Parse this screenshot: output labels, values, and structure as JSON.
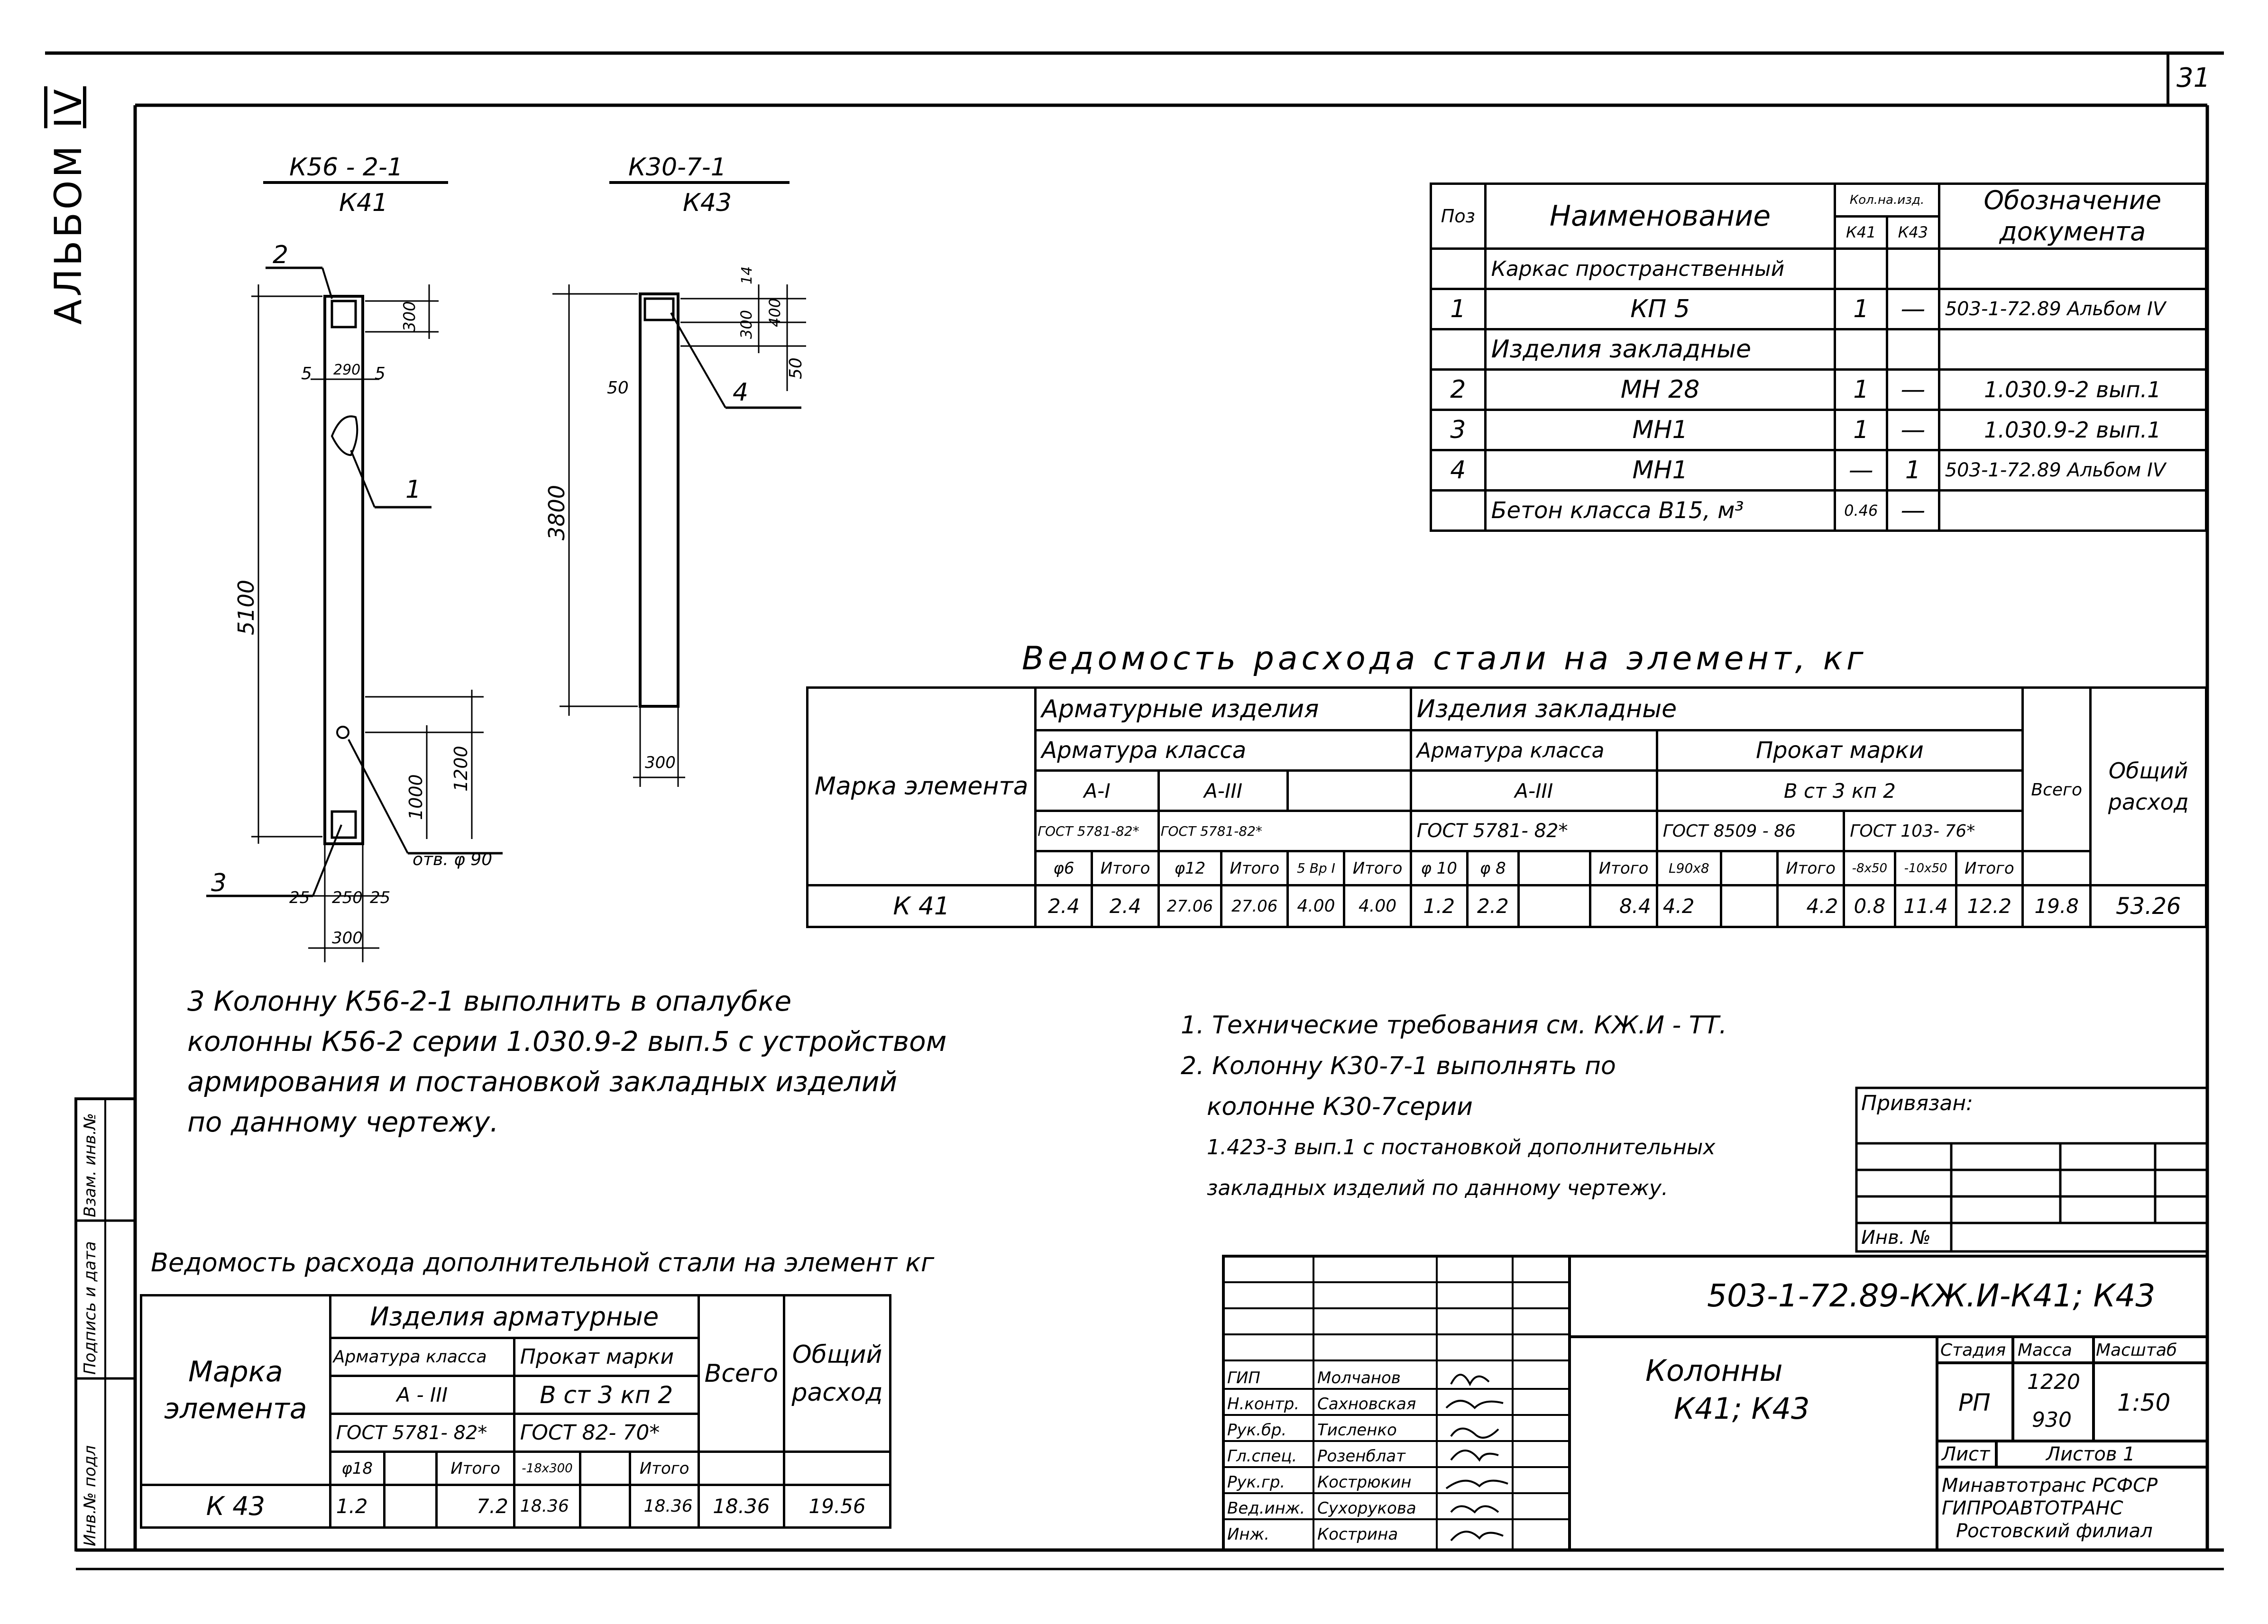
{
  "sheet_number": "31",
  "album_label": "АЛЬБОМ",
  "album_number": "IV",
  "side_stamp": [
    "Инв.№ подл",
    "Подпись и дата",
    "Взам. инв.№"
  ],
  "drawing1": {
    "title_top": "К56 - 2-1",
    "title_bottom": "К41",
    "dims": {
      "top": "300",
      "w_left": "5",
      "w_mid": "290",
      "w_right": "5",
      "height": "5100",
      "d1000": "1000",
      "d1200": "1200",
      "bl": "25",
      "bm": "250",
      "br": "25",
      "base": "300",
      "hole": "отв. φ 90"
    },
    "callouts": [
      "2",
      "1",
      "3"
    ]
  },
  "drawing2": {
    "title_top": "К30-7-1",
    "title_bottom": "К43",
    "dims": {
      "t300": "300",
      "t400": "400",
      "t14": "14",
      "left50": "50",
      "right50": "50",
      "height": "3800",
      "base": "300"
    },
    "callouts": [
      "4"
    ]
  },
  "spec_table": {
    "headers": {
      "pos": "Поз",
      "name": "Наименование",
      "qty": "Кол.на.изд.",
      "k41": "К41",
      "k43": "К43",
      "doc": "Обозначение документа"
    },
    "rows": [
      {
        "pos": "",
        "name": "Каркас пространственный",
        "k41": "",
        "k43": "",
        "doc": ""
      },
      {
        "pos": "1",
        "name": "КП 5",
        "k41": "1",
        "k43": "—",
        "doc": "503-1-72.89 Альбом IV"
      },
      {
        "pos": "",
        "name": "Изделия закладные",
        "k41": "",
        "k43": "",
        "doc": ""
      },
      {
        "pos": "2",
        "name": "МН 28",
        "k41": "1",
        "k43": "—",
        "doc": "1.030.9-2 вып.1"
      },
      {
        "pos": "3",
        "name": "МН1",
        "k41": "1",
        "k43": "—",
        "doc": "1.030.9-2 вып.1"
      },
      {
        "pos": "4",
        "name": "МН1",
        "k41": "—",
        "k43": "1",
        "doc": "503-1-72.89 Альбом IV"
      },
      {
        "pos": "",
        "name": "Бетон класса В15, м³",
        "k41": "0.46",
        "k43": "—",
        "doc": ""
      }
    ]
  },
  "steel_table": {
    "title": "Ведомость расхода стали на элемент, кг",
    "h_mark": "Марка элемента",
    "h_arm_items": "Арматурные изделия",
    "h_emb_items": "Изделия закладные",
    "h_arm_class": "Арматура класса",
    "h_arm_class2": "Арматура класса",
    "h_rolled": "Прокат марки",
    "h_a1": "А-I",
    "h_a3": "А-III",
    "h_a3b": "А-III",
    "h_b": "В ст 3 кп 2",
    "h_g1": "ГОСТ 5781-82*",
    "h_g2": "ГОСТ 5781-82*",
    "h_g3": "ГОСТ 5781- 82*",
    "h_g4": "ГОСТ 8509 - 86",
    "h_g5": "ГОСТ 103- 76*",
    "h_total": "Всего",
    "h_overall": "Общий расход",
    "sub": [
      "φ6",
      "Итого",
      "φ12",
      "Итого",
      "5 Вр I",
      "Итого",
      "φ 10",
      "φ 8",
      "",
      "Итого",
      "L90x8",
      "",
      "Итого",
      "-8x50",
      "-10x50",
      "Итого"
    ],
    "row": {
      "mark": "К 41",
      "vals": [
        "2.4",
        "2.4",
        "27.06",
        "27.06",
        "4.00",
        "4.00",
        "1.2",
        "2.2",
        "",
        "8.4",
        "4.2",
        "",
        "4.2",
        "0.8",
        "11.4",
        "12.2"
      ],
      "total": "19.8",
      "overall": "53.26"
    }
  },
  "note3": [
    "3  Колонну  К56-2-1  выполнить  в опалубке",
    "колонны  К56-2  серии  1.030.9-2 вып.5  с устройством",
    "армирования  и  постановкой  закладных  изделий",
    "по  данному  чертежу."
  ],
  "notes_right": [
    "1. Технические  требования   см.  КЖ.И - ТТ.",
    "2. Колонну  К30-7-1  выполнять  по",
    "колонне  К30-7серии",
    "1.423-3  вып.1  с  постановкой  дополнительных",
    "закладных  изделий  по  данному  чертежу."
  ],
  "add_table": {
    "title": "Ведомость расхода дополнительной стали на элемент кг",
    "h_mark": "Марка элемента",
    "h_items": "Изделия  арматурные",
    "h_arm": "Арматура класса",
    "h_rolled": "Прокат марки",
    "h_a3": "А - III",
    "h_b": "В ст 3 кп 2",
    "h_g1": "ГОСТ 5781- 82*",
    "h_g2": "ГОСТ 82- 70*",
    "h_total": "Всего",
    "h_overall": "Общий расход",
    "sub": [
      "φ18",
      "",
      "Итого",
      "-18x300",
      "",
      "Итого"
    ],
    "row": {
      "mark": "К 43",
      "vals": [
        "1.2",
        "",
        "7.2",
        "18.36",
        "",
        "18.36"
      ],
      "total": "18.36",
      "overall": "19.56"
    }
  },
  "binding": {
    "label": "Привязан:",
    "inv": "Инв. №"
  },
  "title_block": {
    "code": "503-1-72.89-КЖ.И-К41; К43",
    "name1": "Колонны",
    "name2": "К41; К43",
    "stage_h": "Стадия",
    "mass_h": "Масса",
    "scale_h": "Масштаб",
    "stage": "РП",
    "mass1": "1220",
    "mass2": "930",
    "scale": "1:50",
    "sheet_h": "Лист",
    "sheets_h": "Листов 1",
    "org1": "Минавтотранс РСФСР",
    "org2": "ГИПРОАВТОТРАНС",
    "org3": "Ростовский  филиал",
    "staff": [
      {
        "role": "ГИП",
        "name": "Молчанов"
      },
      {
        "role": "Н.контр.",
        "name": "Сахновская"
      },
      {
        "role": "Рук.бр.",
        "name": "Тисленко"
      },
      {
        "role": "Гл.спец.",
        "name": "Розенблат"
      },
      {
        "role": "Рук.гр.",
        "name": "Кострюкин"
      },
      {
        "role": "Вед.инж.",
        "name": "Сухорукова"
      },
      {
        "role": "Инж.",
        "name": "Кострина"
      }
    ]
  }
}
